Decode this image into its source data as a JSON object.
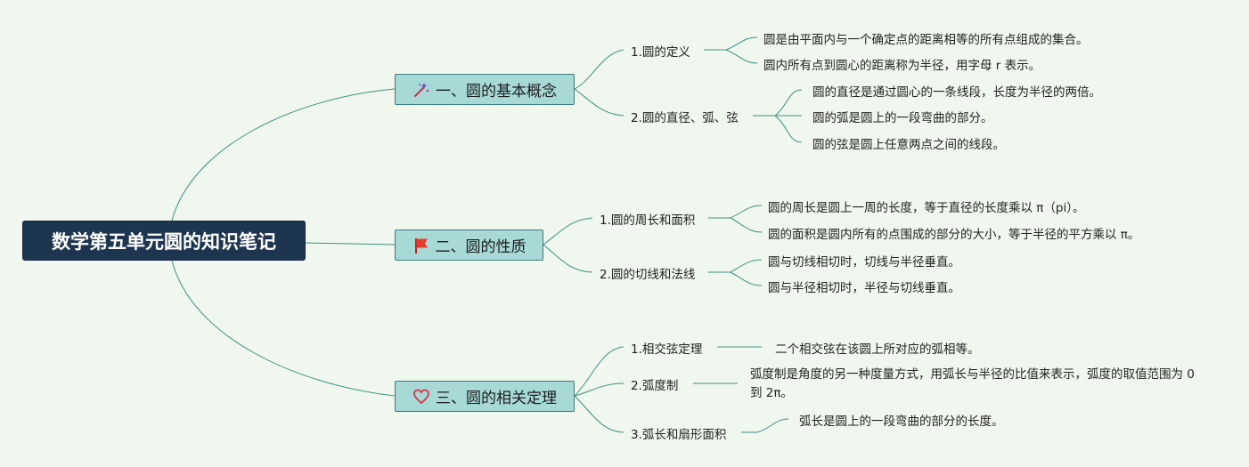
{
  "root": {
    "title": "数学第五单元圆的知识笔记"
  },
  "branches": [
    {
      "label": "一、圆的基本概念",
      "icon": "magic-wand-icon",
      "subs": [
        {
          "label": "1.圆的定义",
          "leaves": [
            "圆是由平面内与一个确定点的距离相等的所有点组成的集合。",
            "圆内所有点到圆心的距离称为半径，用字母 r 表示。"
          ]
        },
        {
          "label": "2.圆的直径、弧、弦",
          "leaves": [
            "圆的直径是通过圆心的一条线段，长度为半径的两倍。",
            "圆的弧是圆上的一段弯曲的部分。",
            "圆的弦是圆上任意两点之间的线段。"
          ]
        }
      ]
    },
    {
      "label": "二、圆的性质",
      "icon": "red-flag-icon",
      "subs": [
        {
          "label": "1.圆的周长和面积",
          "leaves": [
            "圆的周长是圆上一周的长度，等于直径的长度乘以 π（pi）。",
            "圆的面积是圆内所有的点围成的部分的大小，等于半径的平方乘以 π。"
          ]
        },
        {
          "label": "2.圆的切线和法线",
          "leaves": [
            "圆与切线相切时，切线与半径垂直。",
            "圆与半径相切时，半径与切线垂直。"
          ]
        }
      ]
    },
    {
      "label": "三、圆的相关定理",
      "icon": "heart-icon",
      "subs": [
        {
          "label": "1.相交弦定理",
          "leaves": [
            "二个相交弦在该圆上所对应的弧相等。"
          ]
        },
        {
          "label": "2.弧度制",
          "leaves": [
            "弧度制是角度的另一种度量方式，用弧长与半径的比值来表示，弧度的取值范围为 0 到 2π。"
          ]
        },
        {
          "label": "3.弧长和扇形面积",
          "leaves": [
            "弧长是圆上的一段弯曲的部分的长度。"
          ]
        }
      ]
    }
  ]
}
